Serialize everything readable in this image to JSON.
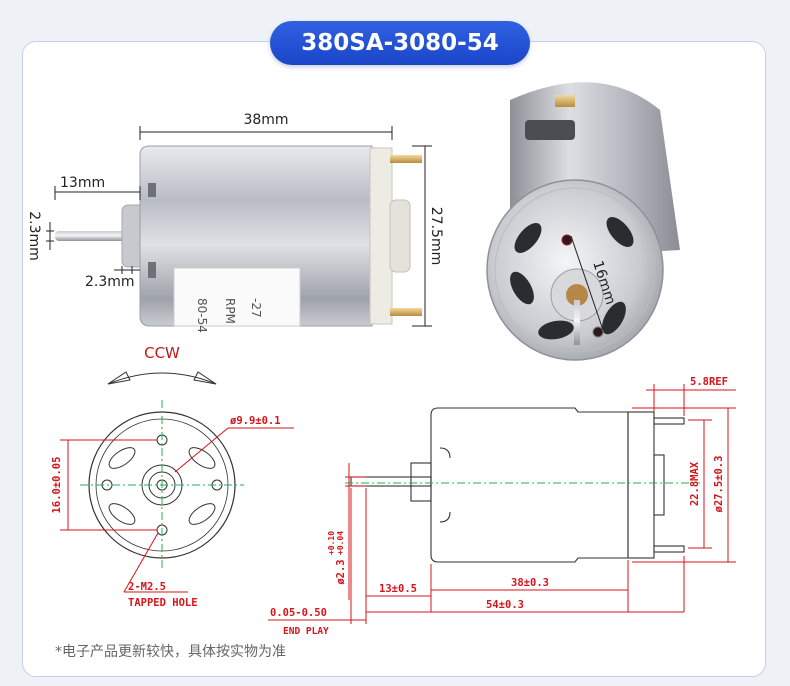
{
  "title": "380SA-3080-54",
  "photo_side": {
    "length": "38mm",
    "shaft_length": "13mm",
    "shaft_diameter": "2.3mm",
    "boss_length": "2.3mm",
    "height": "27.5mm",
    "label_lines": [
      "80-54",
      "RPM",
      "-27"
    ]
  },
  "photo_front": {
    "hole_spacing": "16mm"
  },
  "drawing_front": {
    "rotation": "CCW",
    "boss_diameter": "ø9.9±0.1",
    "hole_spacing": "16.0±0.05",
    "holes_line1": "2-M2.5",
    "holes_line2": "TAPPED HOLE"
  },
  "drawing_side": {
    "terminal_ref": "5.8REF",
    "inner_height": "22.8MAX",
    "diameter": "ø27.5±0.3",
    "shaft_diameter_base": "ø2.3",
    "shaft_tol_upper": "+0.10",
    "shaft_tol_lower": "+0.04",
    "shaft_length": "13±0.5",
    "body_length": "38±0.3",
    "total_length": "54±0.3",
    "end_play": "0.05-0.50",
    "end_play_label": "END PLAY"
  },
  "colors": {
    "accent": "#1b45c8",
    "dimension_red": "#d5151a",
    "center_green": "#22b14c"
  },
  "note": "*电子产品更新较快，具体按实物为准"
}
